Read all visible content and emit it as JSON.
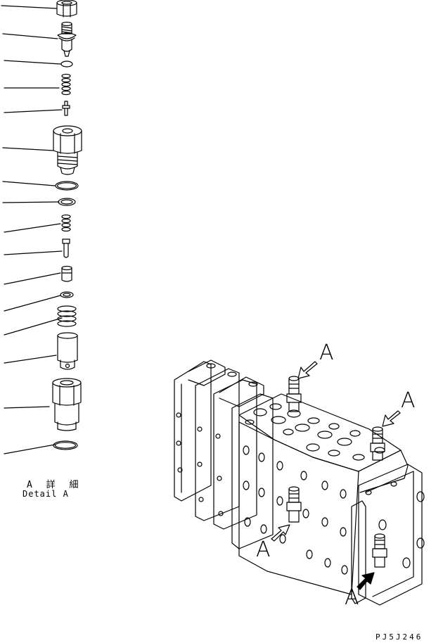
{
  "detail": {
    "label_jp": "A 詳 細",
    "label_en": "Detail A"
  },
  "view_marker": "A",
  "drawing_code": "PJ5J246",
  "colors": {
    "line": "#000000",
    "background": "#ffffff"
  }
}
